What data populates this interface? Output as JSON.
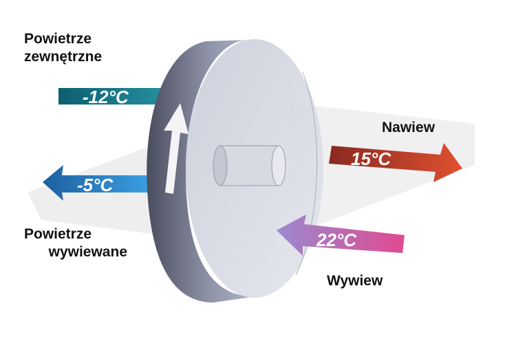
{
  "labels": {
    "outdoor_air": [
      "Powietrze",
      "zewnętrzne"
    ],
    "exhaust_air": [
      "Powietrze",
      "wywiewane"
    ],
    "supply": "Nawiew",
    "extract": "Wywiew"
  },
  "arrows": {
    "outdoor": {
      "temp": "-12°C",
      "color": "#1a7f8e"
    },
    "exhaust": {
      "temp": "-5°C",
      "color": "#2a8fd0"
    },
    "supply": {
      "temp": "15°C",
      "color": "#c8402a"
    },
    "extract": {
      "temp": "22°C",
      "color": "#c85a9a"
    }
  }
}
